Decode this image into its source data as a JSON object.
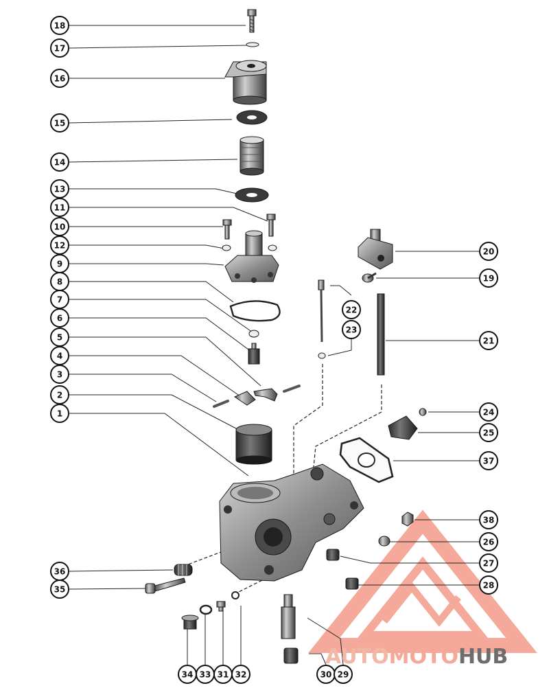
{
  "callouts": [
    {
      "label": "18"
    },
    {
      "label": "17"
    },
    {
      "label": "16"
    },
    {
      "label": "15"
    },
    {
      "label": "14"
    },
    {
      "label": "13"
    },
    {
      "label": "11"
    },
    {
      "label": "10"
    },
    {
      "label": "12"
    },
    {
      "label": "9"
    },
    {
      "label": "8"
    },
    {
      "label": "7"
    },
    {
      "label": "6"
    },
    {
      "label": "5"
    },
    {
      "label": "4"
    },
    {
      "label": "3"
    },
    {
      "label": "2"
    },
    {
      "label": "1"
    },
    {
      "label": "20"
    },
    {
      "label": "19"
    },
    {
      "label": "22"
    },
    {
      "label": "23"
    },
    {
      "label": "21"
    },
    {
      "label": "24"
    },
    {
      "label": "25"
    },
    {
      "label": "37"
    },
    {
      "label": "38"
    },
    {
      "label": "26"
    },
    {
      "label": "27"
    },
    {
      "label": "28"
    },
    {
      "label": "36"
    },
    {
      "label": "35"
    },
    {
      "label": "34"
    },
    {
      "label": "33"
    },
    {
      "label": "31"
    },
    {
      "label": "32"
    },
    {
      "label": "30"
    },
    {
      "label": "29"
    }
  ],
  "watermark": {
    "part1": "AUTO",
    "part2": "MOTO",
    "part3": "HUB",
    "color_light": "#f2b8a6",
    "color_dark": "#6d6d6d"
  }
}
